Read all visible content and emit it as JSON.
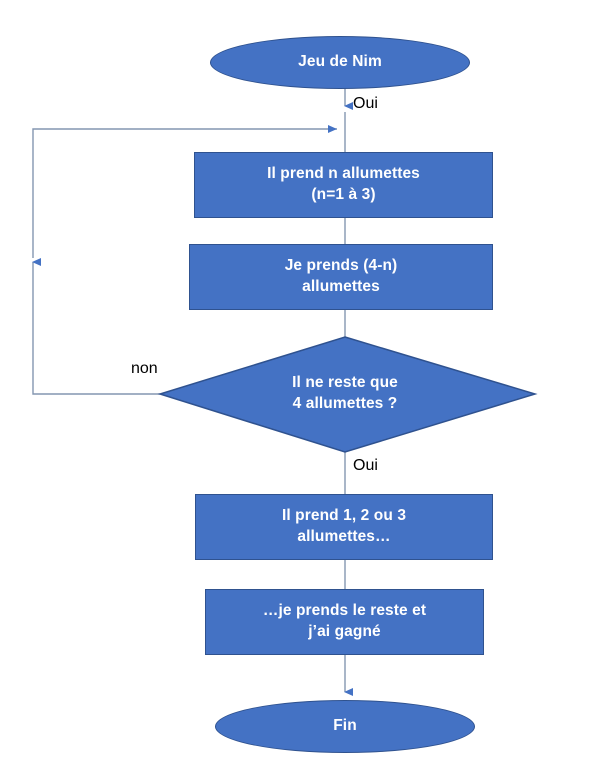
{
  "diagram": {
    "type": "flowchart",
    "title": "Jeu de Nim",
    "language": "fr",
    "colors": {
      "shape_fill": "#4472C4",
      "shape_border": "#2F528F",
      "shape_text": "#FFFFFF",
      "connector": "#8496B0",
      "arrowhead": "#4472C4",
      "edge_label_text": "#000000",
      "background": "#FFFFFF"
    },
    "nodes": [
      {
        "id": "start",
        "shape": "terminator",
        "text": "Jeu de Nim"
      },
      {
        "id": "step1",
        "shape": "process",
        "line1": "Il prend n allumettes",
        "line2": "(n=1 à 3)"
      },
      {
        "id": "step2",
        "shape": "process",
        "line1": "Je prends (4-n)",
        "line2": "allumettes"
      },
      {
        "id": "decision",
        "shape": "decision",
        "line1": "Il ne reste que",
        "line2": "4 allumettes ?"
      },
      {
        "id": "step3",
        "shape": "process",
        "line1": "Il prend 1, 2 ou 3",
        "line2": "allumettes…"
      },
      {
        "id": "step4",
        "shape": "process",
        "line1": "…je prends le reste et",
        "line2": "j’ai gagné"
      },
      {
        "id": "end",
        "shape": "terminator",
        "text": "Fin"
      }
    ],
    "edge_labels": {
      "start_to_step1": "Oui",
      "decision_no": "non",
      "decision_yes": "Oui"
    }
  }
}
